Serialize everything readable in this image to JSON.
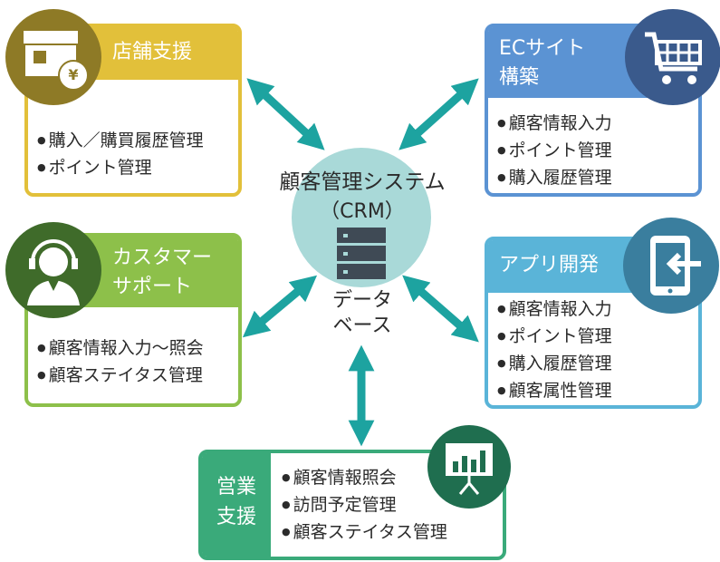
{
  "center": {
    "title": "顧客管理システム",
    "subtitle": "（CRM）",
    "db_label_1": "データ",
    "db_label_2": "ベース",
    "icon": "database-icon"
  },
  "store": {
    "title": "店舗支援",
    "icon": "storefront-yen-icon",
    "items": [
      "購入／購買履歴管理",
      "ポイント管理"
    ],
    "color": "#E2C03A"
  },
  "ec": {
    "title_1": "ECサイト",
    "title_2": "構築",
    "icon": "shopping-cart-icon",
    "items": [
      "顧客情報入力",
      "ポイント管理",
      "購入履歴管理"
    ],
    "color": "#5B93D3"
  },
  "support": {
    "title_1": "カスタマー",
    "title_2": "サポート",
    "icon": "headset-operator-icon",
    "items": [
      "顧客情報入力～照会",
      "顧客ステイタス管理"
    ],
    "color": "#8DC04A"
  },
  "app": {
    "title": "アプリ開発",
    "icon": "tablet-login-icon",
    "items": [
      "顧客情報入力",
      "ポイント管理",
      "購入履歴管理",
      "顧客属性管理"
    ],
    "color": "#5AB4D8"
  },
  "sales": {
    "title_1": "営業",
    "title_2": "支援",
    "icon": "presentation-board-icon",
    "items": [
      "顧客情報照会",
      "訪問予定管理",
      "顧客ステイタス管理"
    ],
    "color": "#3AAA7A"
  },
  "arrow_color": "#1DA3A0"
}
